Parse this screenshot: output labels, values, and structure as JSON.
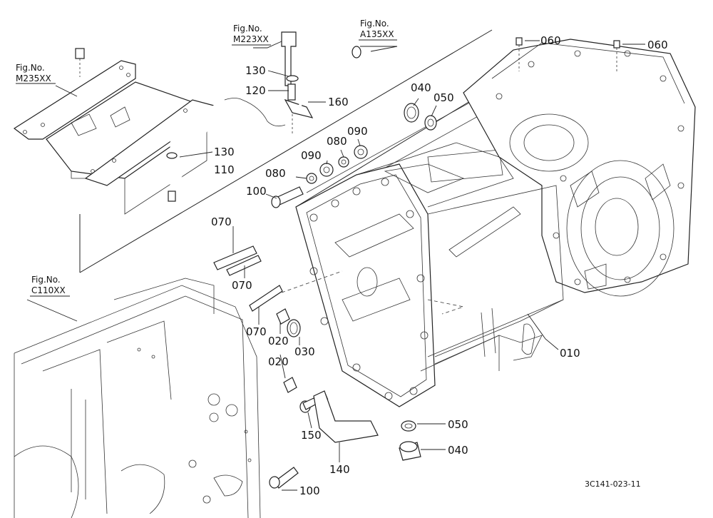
{
  "figure_refs": [
    {
      "id": "m235",
      "line1": "Fig.No.",
      "line2": "M235XX"
    },
    {
      "id": "m223",
      "line1": "Fig.No.",
      "line2": "M223XX"
    },
    {
      "id": "a135",
      "line1": "Fig.No.",
      "line2": "A135XX"
    },
    {
      "id": "c110",
      "line1": "Fig.No.",
      "line2": "C110XX"
    }
  ],
  "callouts": [
    {
      "id": "p060a",
      "text": "060"
    },
    {
      "id": "p060b",
      "text": "060"
    },
    {
      "id": "p130a",
      "text": "130"
    },
    {
      "id": "p120",
      "text": "120"
    },
    {
      "id": "p160",
      "text": "160"
    },
    {
      "id": "p130b",
      "text": "130"
    },
    {
      "id": "p110",
      "text": "110"
    },
    {
      "id": "p040a",
      "text": "040"
    },
    {
      "id": "p050a",
      "text": "050"
    },
    {
      "id": "p090a",
      "text": "090"
    },
    {
      "id": "p080a",
      "text": "080"
    },
    {
      "id": "p090b",
      "text": "090"
    },
    {
      "id": "p080b",
      "text": "080"
    },
    {
      "id": "p100a",
      "text": "100"
    },
    {
      "id": "p070a",
      "text": "070"
    },
    {
      "id": "p070b",
      "text": "070"
    },
    {
      "id": "p070c",
      "text": "070"
    },
    {
      "id": "p020a",
      "text": "020"
    },
    {
      "id": "p030",
      "text": "030"
    },
    {
      "id": "p020b",
      "text": "020"
    },
    {
      "id": "p010",
      "text": "010"
    },
    {
      "id": "p150",
      "text": "150"
    },
    {
      "id": "p140",
      "text": "140"
    },
    {
      "id": "p050b",
      "text": "050"
    },
    {
      "id": "p040b",
      "text": "040"
    },
    {
      "id": "p100b",
      "text": "100"
    }
  ],
  "drawing_code": "3C141-023-11"
}
